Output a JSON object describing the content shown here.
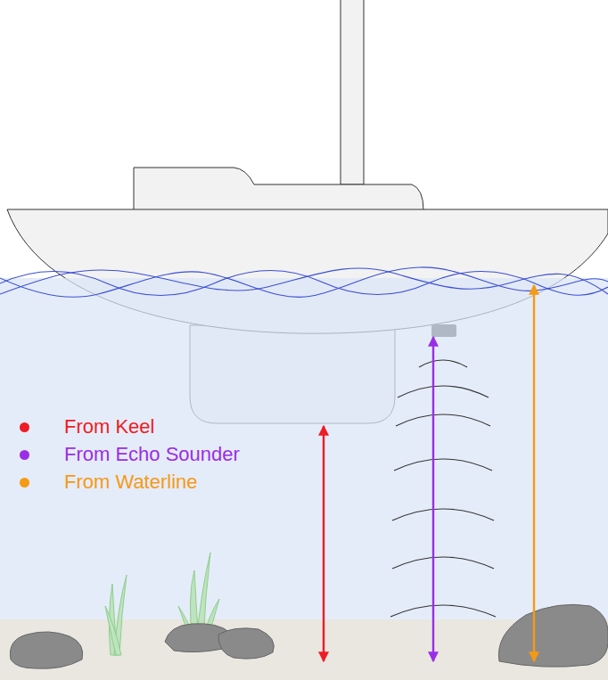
{
  "diagram": {
    "legend": [
      {
        "text": "From Keel",
        "color": "#ee1c24"
      },
      {
        "text": "From Echo Sounder",
        "color": "#9a2ee6"
      },
      {
        "text": "From Waterline",
        "color": "#f59a14"
      }
    ]
  }
}
